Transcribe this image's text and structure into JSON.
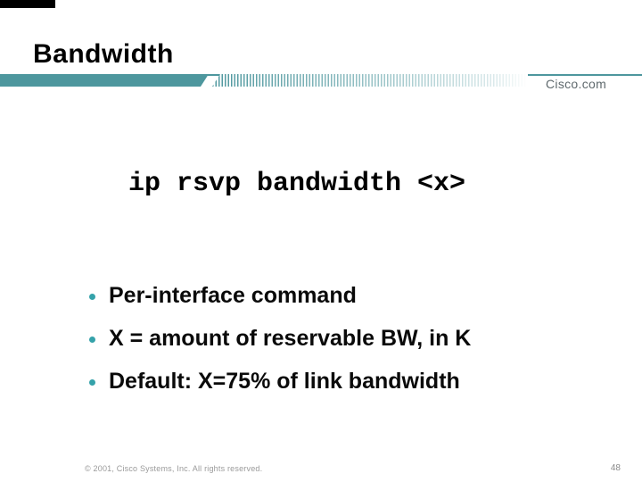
{
  "slide": {
    "title": "Bandwidth",
    "brand": "Cisco.com",
    "code": "ip rsvp bandwidth <x>",
    "bullets": [
      "Per-interface command",
      "X = amount of reservable BW, in K",
      "Default: X=75% of link bandwidth"
    ],
    "footer": {
      "copyright": "© 2001, Cisco Systems, Inc. All rights reserved.",
      "page_number": "48"
    },
    "colors": {
      "divider_teal": "#4e979e",
      "bullet_dot": "#35a2aa",
      "brand_text": "#5f696d",
      "footer_text": "#9a9a9a",
      "title_text": "#000000",
      "code_text": "#000000"
    }
  }
}
